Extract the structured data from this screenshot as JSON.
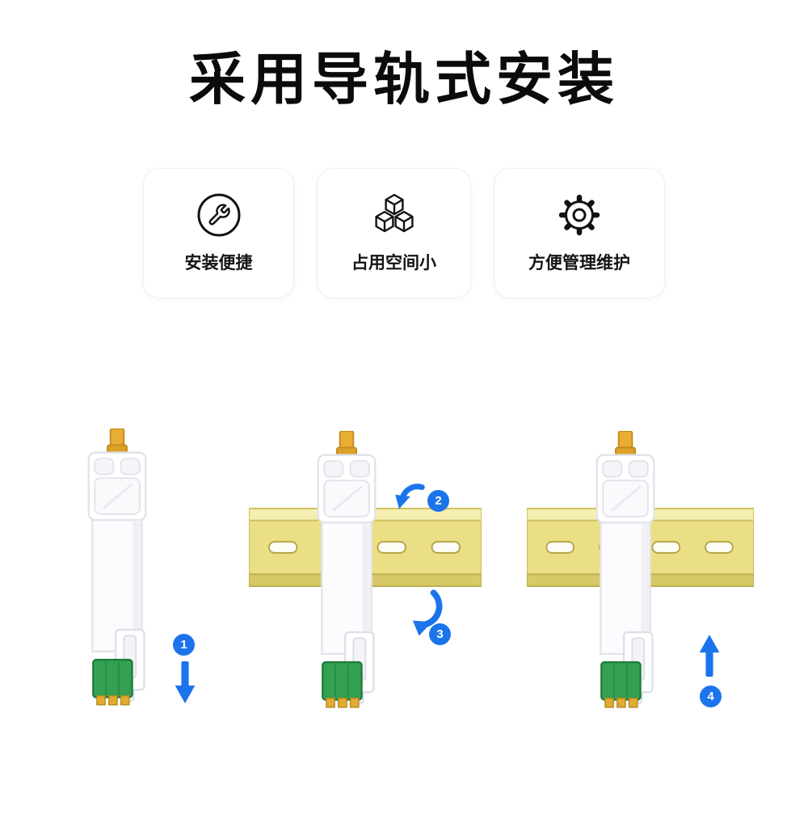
{
  "title": "采用导轨式安装",
  "features": [
    {
      "label": "安装便捷",
      "icon": "wrench-circle-icon"
    },
    {
      "label": "占用空间小",
      "icon": "cubes-icon"
    },
    {
      "label": "方便管理维护",
      "icon": "gear-icon"
    }
  ],
  "steps": [
    "1",
    "2",
    "3",
    "4"
  ],
  "colors": {
    "accent_blue": "#1b74ec",
    "rail_yellow": "#ece086",
    "terminal_green": "#34a052",
    "antenna_gold": "#e9ad33",
    "title_color": "#0b0b0b"
  }
}
